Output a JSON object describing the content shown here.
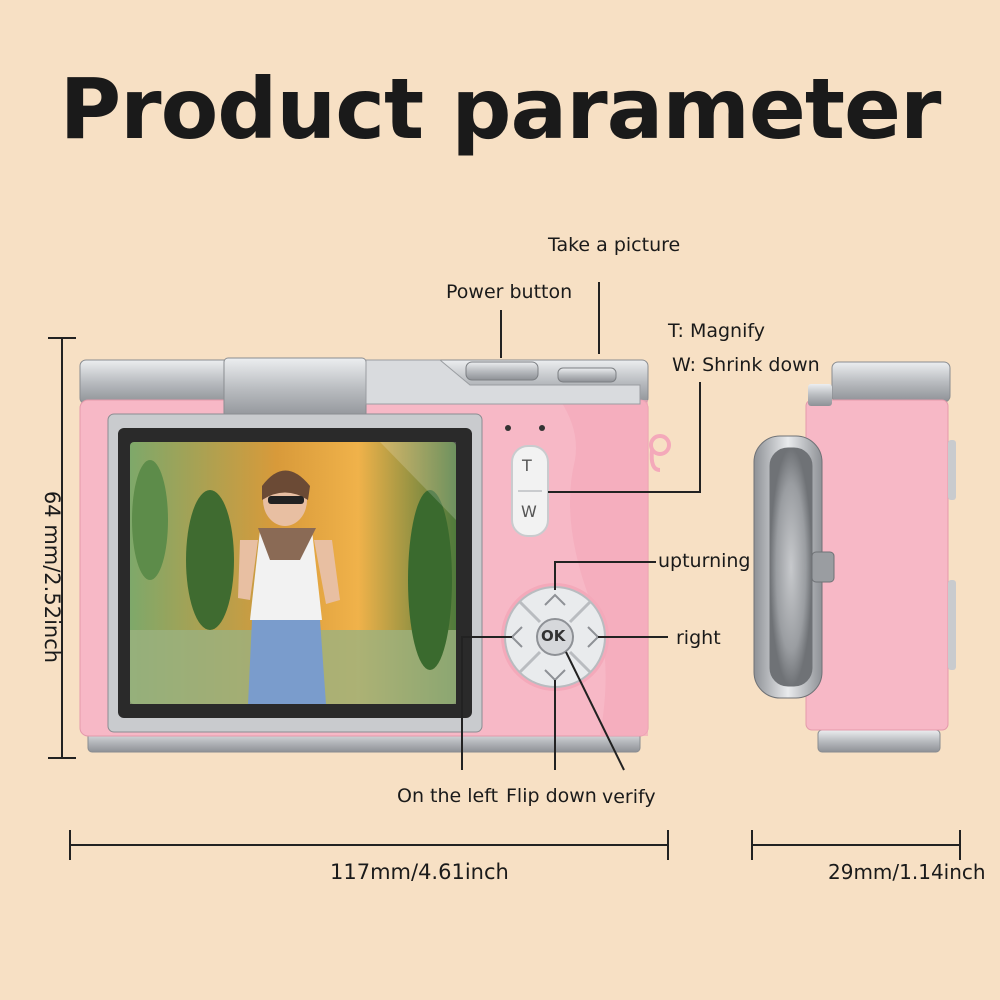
{
  "title": "Product parameter",
  "labels": {
    "take_picture": "Take a picture",
    "power_button": "Power button",
    "zoom_t": "T: Magnify",
    "zoom_w": "W: Shrink down",
    "upturning": "upturning",
    "right": "right",
    "on_the_left": "On the left",
    "flip_down": "Flip down",
    "verify": "verify"
  },
  "buttons": {
    "tele": "T",
    "wide": "W",
    "ok": "OK"
  },
  "dimensions": {
    "height": "64 mm/2.52inch",
    "width": "117mm/4.61inch",
    "depth": "29mm/1.14inch"
  },
  "colors": {
    "background": "#f7e0c4",
    "body_pink": "#f7b8c6",
    "metal": "#c9cbce",
    "screen_bezel": "#2a2a2a"
  }
}
